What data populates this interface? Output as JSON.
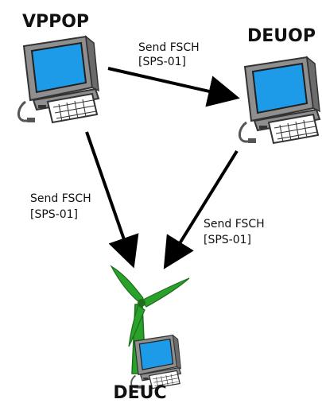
{
  "nodes": {
    "vppop": {
      "label": "VPPOP"
    },
    "deuop": {
      "label": "DEUOP"
    },
    "deuc": {
      "label": "DEUC"
    }
  },
  "edges": {
    "vppop_to_deuop": {
      "line1": "Send FSCH",
      "line2": "[SPS-01]"
    },
    "vppop_to_deuc": {
      "line1": "Send FSCH",
      "line2": "[SPS-01]"
    },
    "deuop_to_deuc": {
      "line1": "Send FSCH",
      "line2": "[SPS-01]"
    }
  },
  "colors": {
    "screen": "#1e9be8",
    "case": "#8f8f8f",
    "case_dark": "#6b6b6b",
    "turbine": "#2aa12a",
    "arrow": "#000000"
  }
}
